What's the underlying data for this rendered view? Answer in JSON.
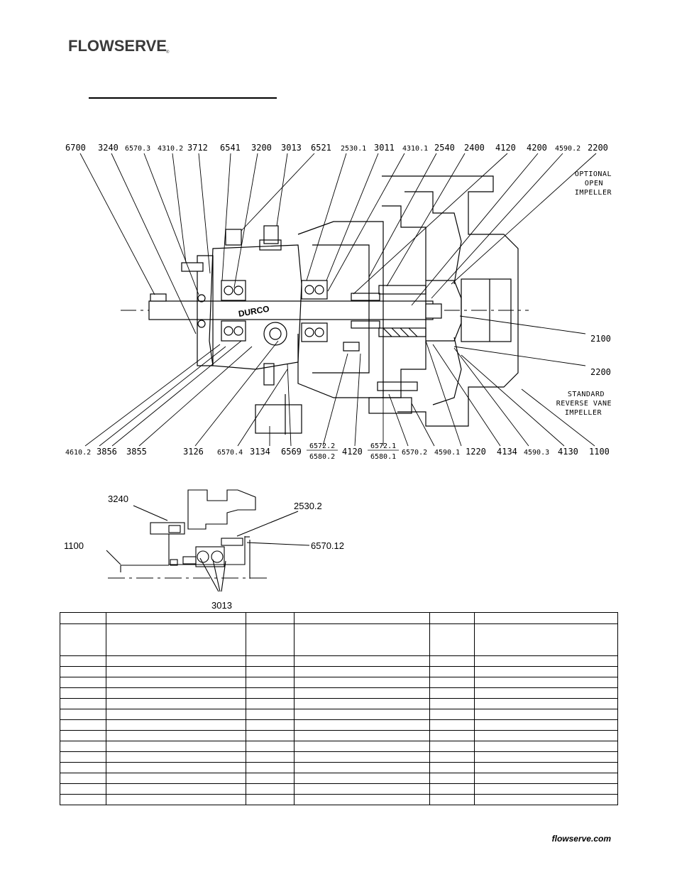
{
  "header": {
    "logo_text": "FLOWSERVE",
    "logo_mark": "®"
  },
  "drawing": {
    "top_callouts": [
      "6700",
      "3240",
      "6570.3",
      "4310.2",
      "3712",
      "6541",
      "3200",
      "3013",
      "6521",
      "2530.1",
      "3011",
      "4310.1",
      "2540",
      "2400",
      "4120",
      "4200",
      "4590.2",
      "2200"
    ],
    "bottom_callouts": [
      "4610.2",
      "3856",
      "3855",
      "3126",
      "6570.4",
      "3134",
      "6569",
      "4120",
      "6570.2",
      "4590.1",
      "1220",
      "4134",
      "4590.3",
      "4130",
      "1100"
    ],
    "stacked_callouts": [
      {
        "top": "6572.2",
        "bottom": "6580.2"
      },
      {
        "top": "6572.1",
        "bottom": "6580.1"
      }
    ],
    "right_callouts": [
      "2100",
      "2200"
    ],
    "optional_note": [
      "OPTIONAL",
      "OPEN",
      "IMPELLER"
    ],
    "standard_note": [
      "STANDARD",
      "REVERSE VANE",
      "IMPELLER"
    ],
    "housing_text": "DURCO",
    "detail_callouts": {
      "c3240": "3240",
      "c2530_2": "2530.2",
      "c6570_12": "6570.12",
      "c1100": "1100",
      "c3013": "3013"
    }
  },
  "table": {
    "rows": 16,
    "columns": 6
  },
  "footer": {
    "site": "flowserve.com"
  }
}
